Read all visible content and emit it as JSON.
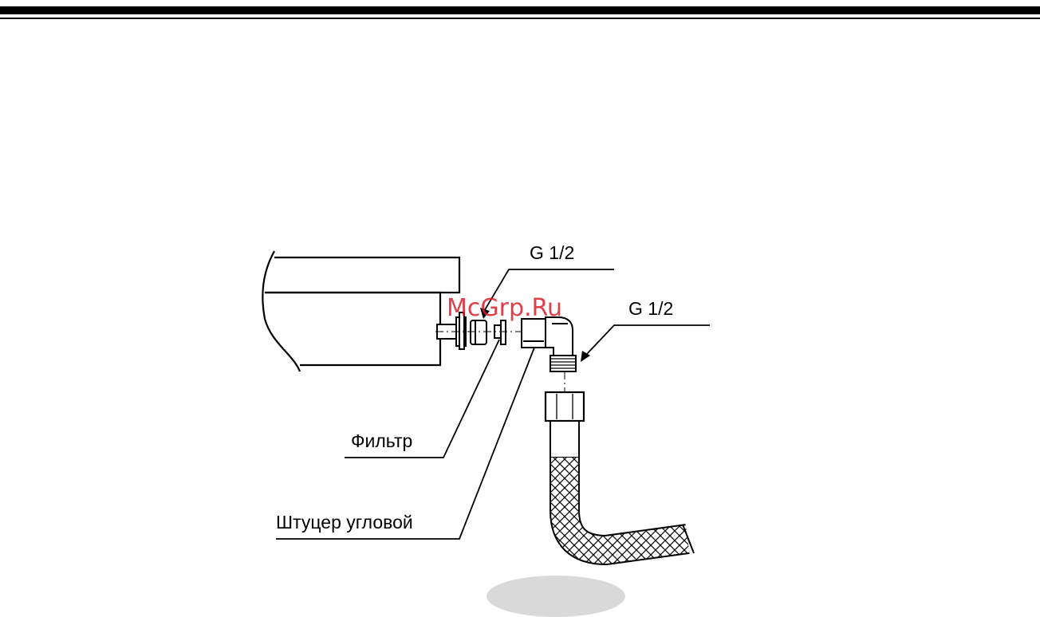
{
  "labels": {
    "thread_top": "G 1/2",
    "thread_right": "G 1/2",
    "filter": "Фильтр",
    "fitting": "Штуцер угловой"
  },
  "watermark": "McGrp.Ru",
  "colors": {
    "line": "#000000",
    "watermark": "#d9202a",
    "page_oval": "#d9d9d9"
  }
}
